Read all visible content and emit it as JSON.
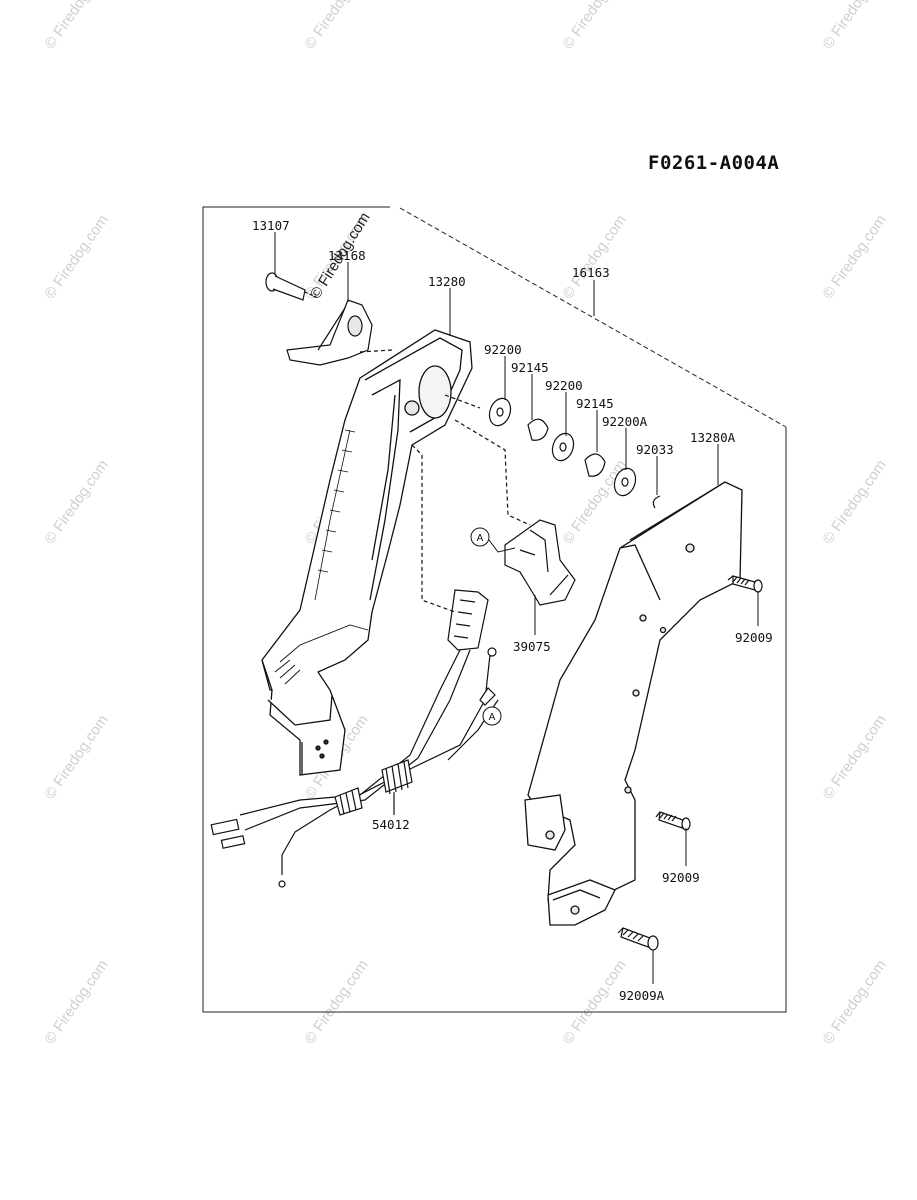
{
  "diagram": {
    "code": "F0261-A004A",
    "watermark": "© Firedog.com",
    "callout_letter": "A",
    "parts": [
      "13107",
      "13168",
      "13280",
      "16163",
      "92200",
      "92145",
      "92200",
      "92145",
      "92200A",
      "92033",
      "13280A",
      "39075",
      "92009",
      "54012",
      "92009",
      "92009A"
    ]
  }
}
